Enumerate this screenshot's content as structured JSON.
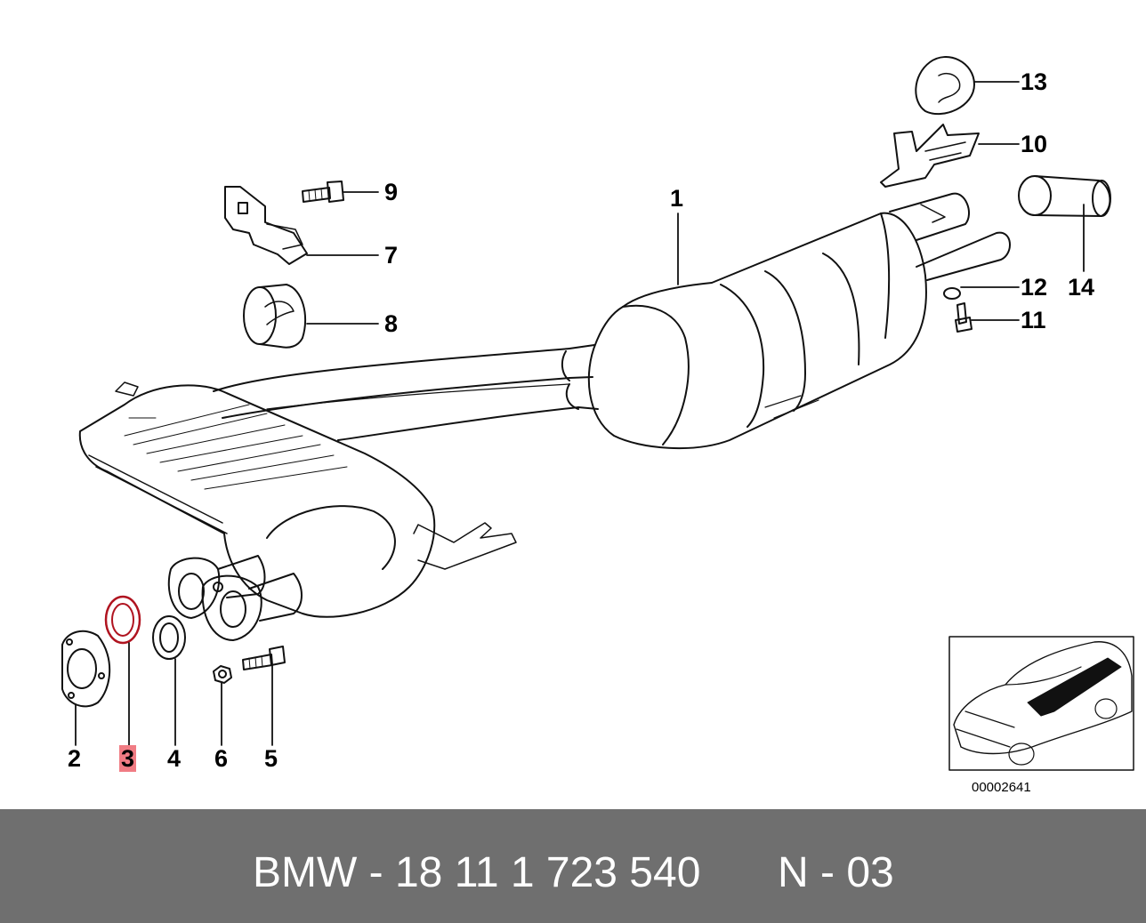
{
  "diagram": {
    "callouts": [
      {
        "id": "1",
        "label": "1",
        "highlighted": false
      },
      {
        "id": "2",
        "label": "2",
        "highlighted": false
      },
      {
        "id": "3",
        "label": "3",
        "highlighted": true
      },
      {
        "id": "4",
        "label": "4",
        "highlighted": false
      },
      {
        "id": "5",
        "label": "5",
        "highlighted": false
      },
      {
        "id": "6",
        "label": "6",
        "highlighted": false
      },
      {
        "id": "7",
        "label": "7",
        "highlighted": false
      },
      {
        "id": "8",
        "label": "8",
        "highlighted": false
      },
      {
        "id": "9",
        "label": "9",
        "highlighted": false
      },
      {
        "id": "10",
        "label": "10",
        "highlighted": false
      },
      {
        "id": "11",
        "label": "11",
        "highlighted": false
      },
      {
        "id": "12",
        "label": "12",
        "highlighted": false
      },
      {
        "id": "13",
        "label": "13",
        "highlighted": false
      },
      {
        "id": "14",
        "label": "14",
        "highlighted": false
      }
    ],
    "inset_code": "00002641",
    "highlight_color": "#f07c84"
  },
  "footer": {
    "part_text": "BMW - 18 11 1 723 540",
    "variant_text": "N - 03",
    "background": "#6f6f6f"
  }
}
